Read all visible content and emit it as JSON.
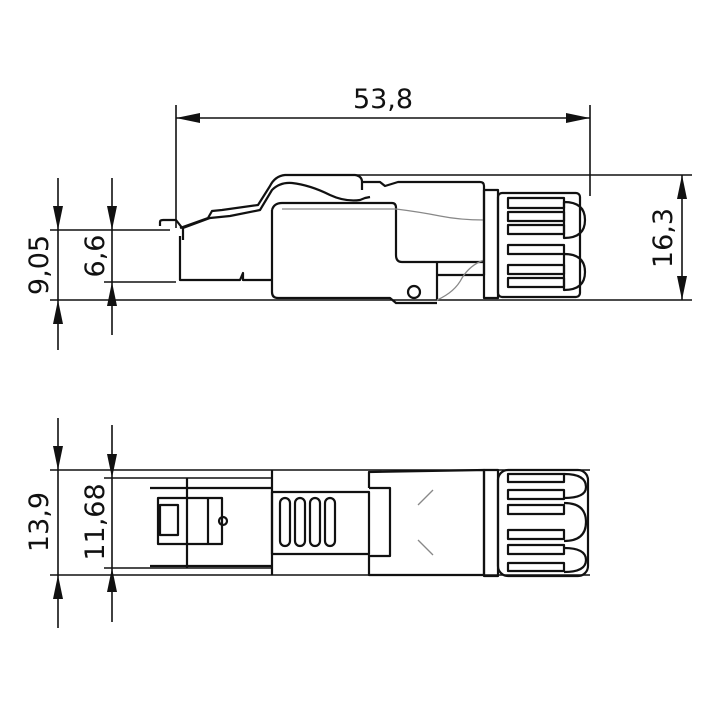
{
  "dimensions": {
    "overall_length": "53,8",
    "side_height": "16,3",
    "side_left_height": "9,05",
    "side_plug_height": "6,6",
    "top_width": "13,9",
    "top_plug_width": "11,68"
  }
}
